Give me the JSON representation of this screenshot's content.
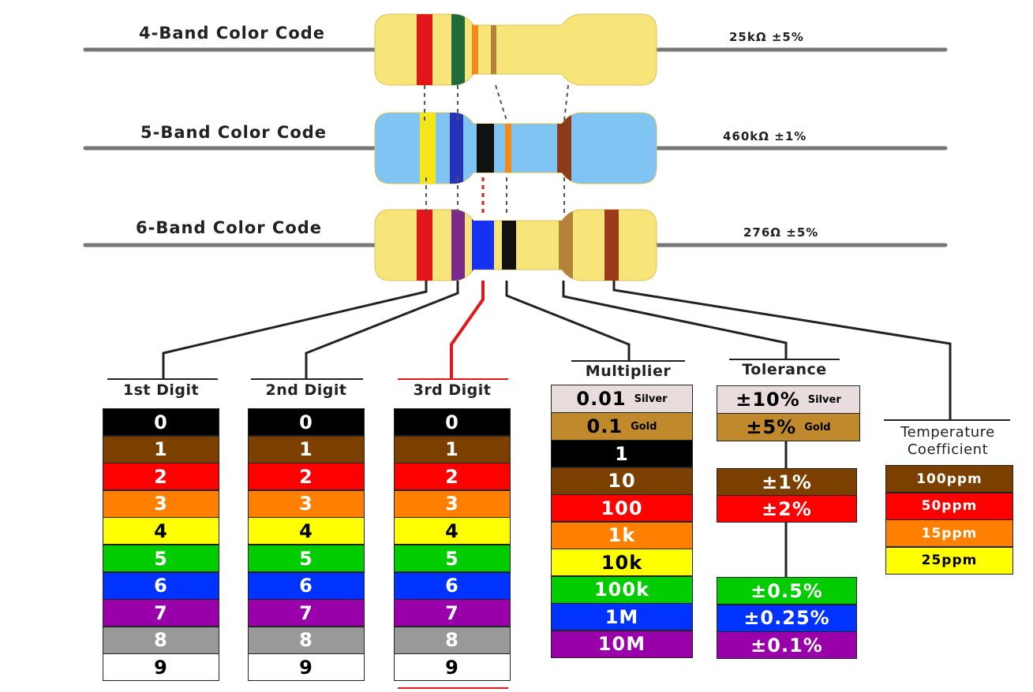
{
  "resistors": [
    {
      "label": "4-Band Color Code",
      "value": "25kΩ  ±5%",
      "body_color": "#f7e57a",
      "bands": [
        "#e3171b",
        "#1f6b3a",
        "#f08a1c",
        "#b5823a"
      ]
    },
    {
      "label": "5-Band Color Code",
      "value": "460kΩ  ±1%",
      "body_color": "#7fc4f2",
      "bands": [
        "#f5e61a",
        "#2533b8",
        "#111111",
        "#f08a1c",
        "#8a3b1a"
      ]
    },
    {
      "label": "6-Band Color Code",
      "value": "276Ω  ±5%",
      "body_color": "#f7e57a",
      "bands": [
        "#e3171b",
        "#7a2a8a",
        "#1631f0",
        "#111111",
        "#b5823a",
        "#9b3b1a"
      ]
    }
  ],
  "digit_columns": [
    {
      "header": "1st Digit"
    },
    {
      "header": "2nd Digit"
    },
    {
      "header": "3rd Digit"
    }
  ],
  "digits": [
    {
      "label": "0",
      "color": "#000000",
      "text": "#ffffff"
    },
    {
      "label": "1",
      "color": "#7b3f00",
      "text": "#ffffff"
    },
    {
      "label": "2",
      "color": "#ff0000",
      "text": "#ffffff"
    },
    {
      "label": "3",
      "color": "#ff8000",
      "text": "#ffffff"
    },
    {
      "label": "4",
      "color": "#ffff00",
      "text": "#000000"
    },
    {
      "label": "5",
      "color": "#00cc00",
      "text": "#ffffff"
    },
    {
      "label": "6",
      "color": "#0033ff",
      "text": "#ffffff"
    },
    {
      "label": "7",
      "color": "#9900aa",
      "text": "#ffffff"
    },
    {
      "label": "8",
      "color": "#999999",
      "text": "#ffffff"
    },
    {
      "label": "9",
      "color": "#ffffff",
      "text": "#000000"
    }
  ],
  "multiplier": {
    "header": "Multiplier",
    "rows": [
      {
        "label": "0.01",
        "sub": "Silver",
        "color": "#e8dcdc",
        "text": "#000000"
      },
      {
        "label": "0.1",
        "sub": "Gold",
        "color": "#c08a2c",
        "text": "#000000"
      },
      {
        "label": "1",
        "color": "#000000",
        "text": "#ffffff"
      },
      {
        "label": "10",
        "color": "#7b3f00",
        "text": "#ffffff"
      },
      {
        "label": "100",
        "color": "#ff0000",
        "text": "#ffffff"
      },
      {
        "label": "1k",
        "color": "#ff8000",
        "text": "#ffffff"
      },
      {
        "label": "10k",
        "color": "#ffff00",
        "text": "#000000"
      },
      {
        "label": "100k",
        "color": "#00cc00",
        "text": "#ffffff"
      },
      {
        "label": "1M",
        "color": "#0033ff",
        "text": "#ffffff"
      },
      {
        "label": "10M",
        "color": "#9900aa",
        "text": "#ffffff"
      }
    ]
  },
  "tolerance": {
    "header": "Tolerance",
    "top": [
      {
        "label": "±10%",
        "sub": "Silver",
        "color": "#e8dcdc",
        "text": "#000000"
      },
      {
        "label": "±5%",
        "sub": "Gold",
        "color": "#c08a2c",
        "text": "#000000"
      }
    ],
    "mid": [
      {
        "label": "±1%",
        "color": "#7b3f00",
        "text": "#ffffff"
      },
      {
        "label": "±2%",
        "color": "#ff0000",
        "text": "#ffffff"
      }
    ],
    "bottom": [
      {
        "label": "±0.5%",
        "color": "#00cc00",
        "text": "#ffffff"
      },
      {
        "label": "±0.25%",
        "color": "#0033ff",
        "text": "#ffffff"
      },
      {
        "label": "±0.1%",
        "color": "#9900aa",
        "text": "#ffffff"
      }
    ]
  },
  "temperature": {
    "header_line1": "Temperature",
    "header_line2": "Coefficient",
    "rows": [
      {
        "label": "100ppm",
        "color": "#7b3f00",
        "text": "#ffffff"
      },
      {
        "label": "50ppm",
        "color": "#ff0000",
        "text": "#ffffff"
      },
      {
        "label": "15ppm",
        "color": "#ff8000",
        "text": "#ffffff"
      },
      {
        "label": "25ppm",
        "color": "#ffff00",
        "text": "#000000"
      }
    ]
  }
}
